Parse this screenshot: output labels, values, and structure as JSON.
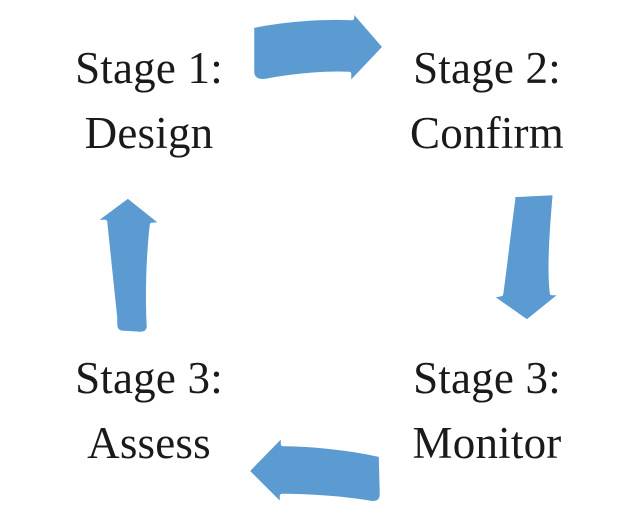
{
  "diagram": {
    "type": "cycle-diagram",
    "background_color": "#ffffff",
    "arrow_color": "#5B9BD1",
    "arrow_outline_color": "#ffffff",
    "text_color": "#1a1a1a",
    "direction": "clockwise"
  },
  "stages": [
    {
      "id": "design",
      "position": "top-left",
      "title": "Stage 1:",
      "name": "Design"
    },
    {
      "id": "confirm",
      "position": "top-right",
      "title": "Stage 2:",
      "name": "Confirm"
    },
    {
      "id": "monitor",
      "position": "bottom-right",
      "title": "Stage 3:",
      "name": "Monitor"
    },
    {
      "id": "assess",
      "position": "bottom-left",
      "title": "Stage 3:",
      "name": "Assess"
    }
  ],
  "arrows": [
    {
      "id": "top",
      "from": "design",
      "to": "confirm",
      "direction": "right"
    },
    {
      "id": "right",
      "from": "confirm",
      "to": "monitor",
      "direction": "down"
    },
    {
      "id": "bottom",
      "from": "monitor",
      "to": "assess",
      "direction": "left"
    },
    {
      "id": "left",
      "from": "assess",
      "to": "design",
      "direction": "up"
    }
  ]
}
